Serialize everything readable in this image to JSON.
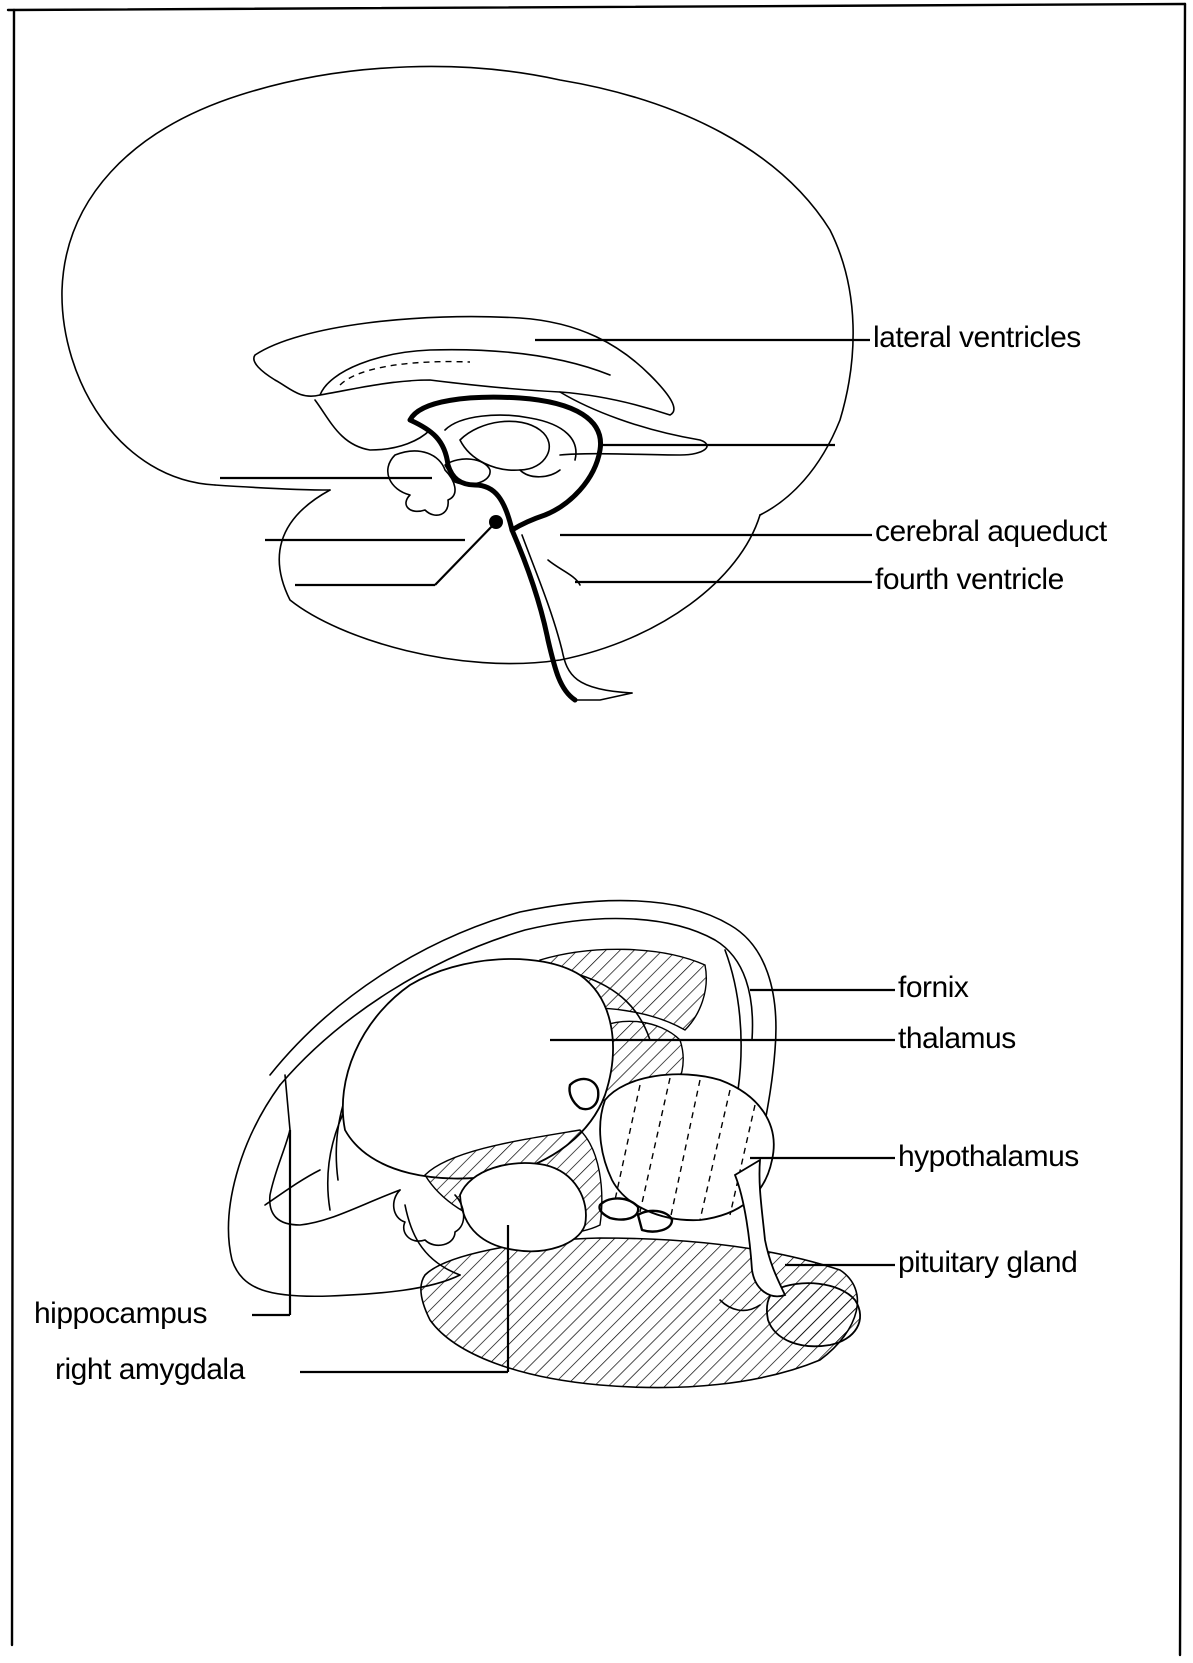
{
  "diagram": {
    "sagittal_view": {
      "labels": {
        "lateral_ventricles": "lateral ventricles",
        "cerebral_aqueduct": "cerebral aqueduct",
        "fourth_ventricle": "fourth ventricle"
      }
    },
    "limbic_view": {
      "labels": {
        "fornix": "fornix",
        "thalamus": "thalamus",
        "hypothalamus": "hypothalamus",
        "pituitary_gland": "pituitary gland",
        "hippocampus": "hippocampus",
        "right_amygdala": "right amygdala"
      }
    }
  },
  "colors": {
    "ink": "#000000",
    "paper": "#ffffff"
  }
}
